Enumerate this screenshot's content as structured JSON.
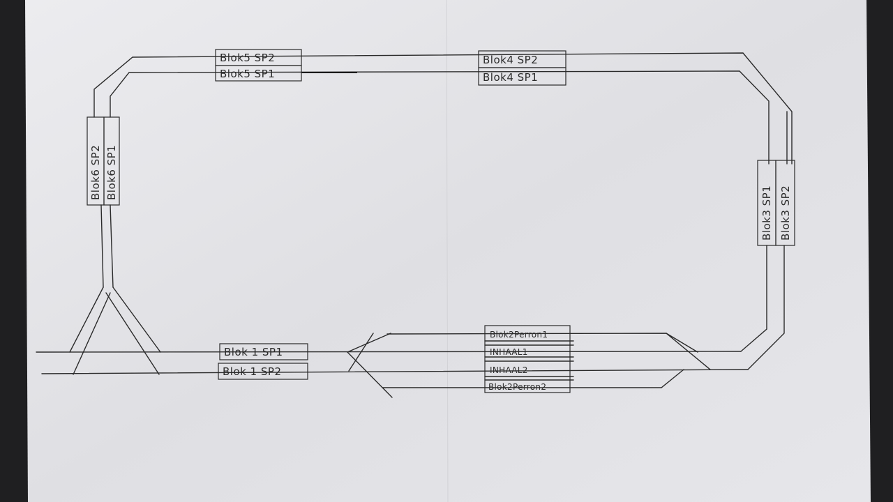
{
  "labels": {
    "blok5_sp2": "Blok5 SP2",
    "blok5_sp1": "Blok5 SP1",
    "blok4_sp2": "Blok4 SP2",
    "blok4_sp1": "Blok4 SP1",
    "blok6_sp2": "Blok6 SP2",
    "blok6_sp1": "Blok6 SP1",
    "blok3_sp1": "Blok3 SP1",
    "blok3_sp2": "Blok3 SP2",
    "blok1_sp1": "Blok 1 SP1",
    "blok1_sp2": "Blok 1 SP2",
    "blok2_perron1": "Blok2Perron1",
    "inhaal1": "INHAAL1",
    "inhaal2": "INHAAL2",
    "blok2_perron2": "Blok2Perron2"
  },
  "colors": {
    "background": "#1f1f21",
    "paper": "#e4e4e8",
    "ink": "#2a2a2a"
  }
}
